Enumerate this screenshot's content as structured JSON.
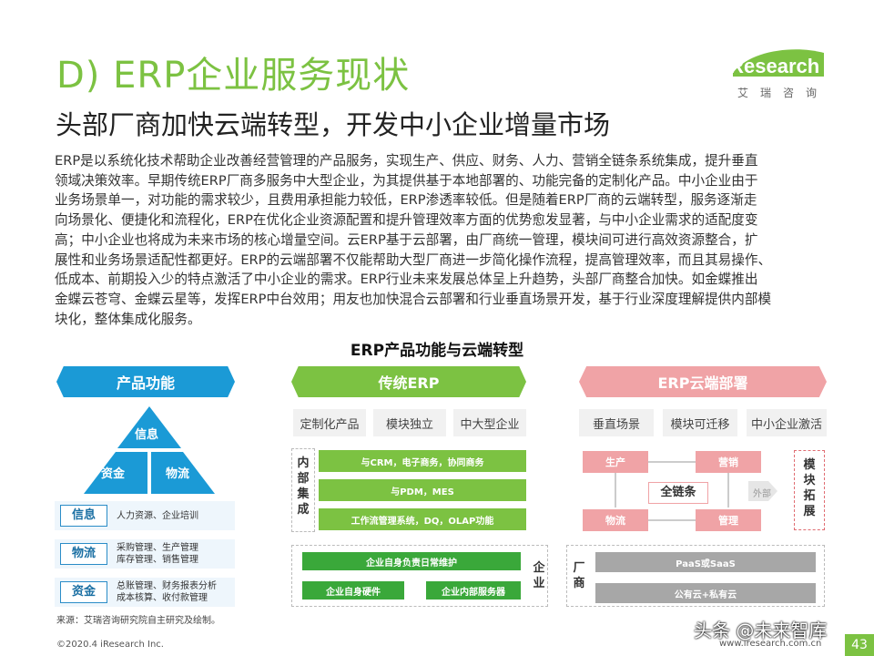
{
  "title": "D) ERP企业服务现状",
  "logo": {
    "name": "iResearch",
    "cn": "艾瑞咨询"
  },
  "subtitle": "头部厂商加快云端转型，开发中小企业增量市场",
  "body_lines": [
    "ERP是以系统化技术帮助企业改善经营管理的产品服务，实现生产、供应、财务、人力、营销全链条系统集成，提升垂直",
    "领域决策效率。早期传统ERP厂商多服务中大型企业，为其提供基于本地部署的、功能完备的定制化产品。中小企业由于",
    "业务场景单一，对功能的需求较少，且费用承担能力较低，ERP渗透率较低。但是随着ERP厂商的云端转型，服务逐渐走",
    "向场景化、便捷化和流程化，ERP在优化企业资源配置和提升管理效率方面的优势愈发显著，与中小企业需求的适配度变",
    "高；中小企业也将成为未来市场的核心增量空间。云ERP基于云部署，由厂商统一管理，模块间可进行高效资源整合，扩",
    "展性和业务场景适配性都更好。ERP的云端部署不仅能帮助大型厂商进一步简化操作流程，提高管理效率，而且其易操作、",
    "低成本、前期投入少的特点激活了中小企业的需求。ERP行业未来发展总体呈上升趋势，头部厂商整合加快。如金蝶推出",
    "金蝶云苍穹、金蝶云星等，发挥ERP中台效用；用友也加快混合云部署和行业垂直场景开发，基于行业深度理解提供内部模",
    "块化，整体集成化服务。"
  ],
  "diagram": {
    "title": "ERP产品功能与云端转型",
    "left": {
      "banner": "产品功能",
      "pyramid": {
        "top": "信息",
        "left": "资金",
        "right": "物流"
      },
      "rows": [
        {
          "tag": "信息",
          "lines": [
            "人力资源、企业培训"
          ]
        },
        {
          "tag": "物流",
          "lines": [
            "采购管理、生产管理",
            "库存管理、销售管理"
          ]
        },
        {
          "tag": "资金",
          "lines": [
            "总账管理、财务报表分析",
            "成本核算、收付款管理"
          ]
        }
      ]
    },
    "middle": {
      "banner": "传统ERP",
      "chips": [
        "定制化产品",
        "模块独立",
        "中大型企业"
      ],
      "side_label": "内部集成",
      "bars": [
        "与CRM，电子商务，协同商务",
        "与PDM，MES",
        "工作流管理系统，DQ，OLAP功能"
      ],
      "bottom_label": "企业",
      "bottom_bars": [
        "企业自身负责日常维护",
        "企业自身硬件",
        "企业内部服务器"
      ]
    },
    "right": {
      "banner": "ERP云端部署",
      "chips": [
        "垂直场景",
        "模块可迁移",
        "中小企业激活"
      ],
      "nodes": [
        "生产",
        "营销",
        "物流",
        "管理"
      ],
      "center": "全链条",
      "outer": "外部",
      "side_label": "模块拓展",
      "bottom_label": "厂商",
      "bottom_bars": [
        "PaaS或SaaS",
        "公有云+私有云"
      ]
    }
  },
  "source": "来源：艾瑞咨询研究院自主研究及绘制。",
  "footer_left": "©2020.4 iResearch Inc.",
  "footer_right": "www.iresearch.com.cn",
  "watermark": "头条 @未来智库",
  "page_number": "43",
  "colors": {
    "green": "#7cc242",
    "blue": "#1b9ad6",
    "pink": "#f0a3a6"
  }
}
